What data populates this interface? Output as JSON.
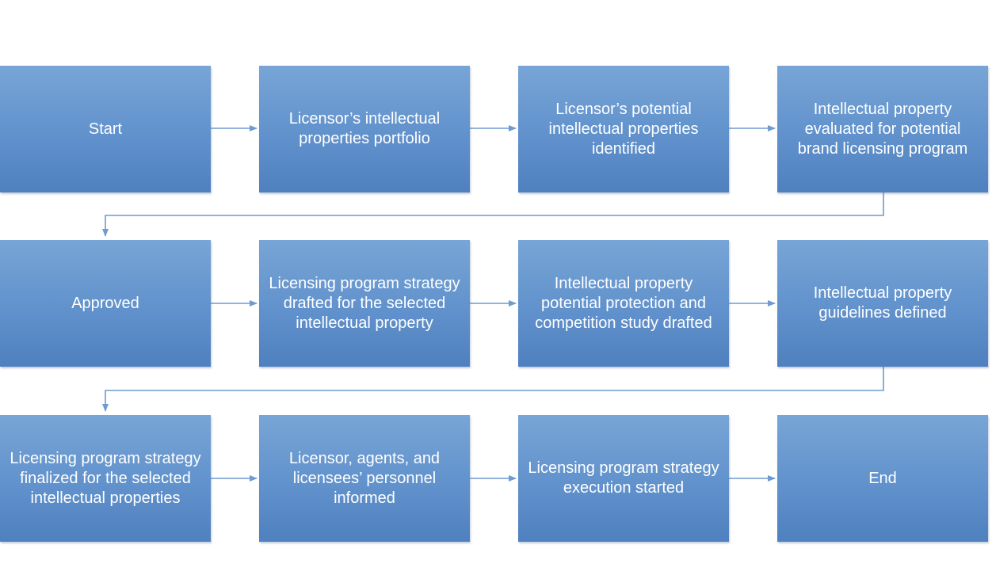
{
  "diagram": {
    "colors": {
      "box_top": "#78a5d6",
      "box_bottom": "#4f80bf",
      "connector": "#6f9bd0",
      "text": "#ffffff"
    },
    "rows": [
      {
        "boxes": [
          {
            "label": "Start"
          },
          {
            "label": "Licensor’s intellectual properties portfolio"
          },
          {
            "label": "Licensor’s potential intellectual properties identified"
          },
          {
            "label": "Intellectual property evaluated for potential brand licensing program"
          }
        ]
      },
      {
        "boxes": [
          {
            "label": "Approved"
          },
          {
            "label": "Licensing program strategy drafted for the selected intellectual property"
          },
          {
            "label": "Intellectual property potential protection and competition study drafted"
          },
          {
            "label": "Intellectual property guidelines defined"
          }
        ]
      },
      {
        "boxes": [
          {
            "label": "Licensing program strategy finalized for the selected intellectual properties"
          },
          {
            "label": "Licensor, agents, and licensees’ personnel informed"
          },
          {
            "label": "Licensing program strategy execution started"
          },
          {
            "label": "End"
          }
        ]
      }
    ]
  }
}
